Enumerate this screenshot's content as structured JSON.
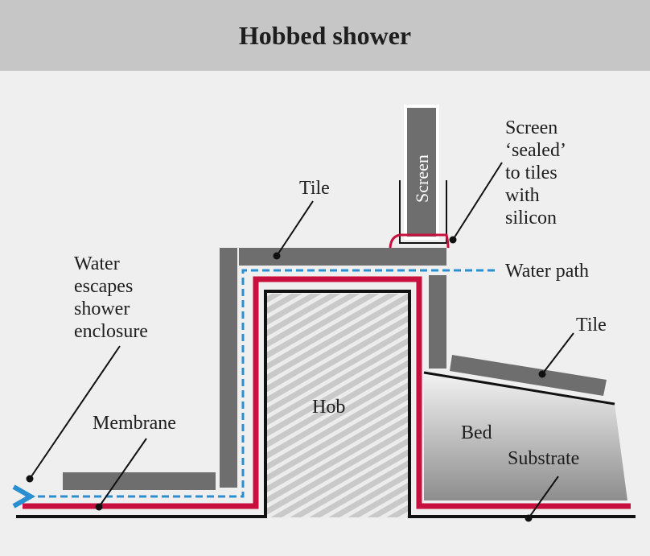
{
  "title": "Hobbed shower",
  "labels": {
    "screen": "Screen",
    "screen_note": [
      "Screen",
      "‘sealed’",
      "to tiles",
      "with",
      "silicon"
    ],
    "tile_top": "Tile",
    "water_path": "Water path",
    "water_escapes": [
      "Water",
      "escapes",
      "shower",
      "enclosure"
    ],
    "tile_right": "Tile",
    "membrane": "Membrane",
    "hob": "Hob",
    "bed": "Bed",
    "substrate": "Substrate"
  },
  "colors": {
    "header_bg": "#c6c6c6",
    "background": "#efefef",
    "tile": "#6e6e6e",
    "membrane": "#c8103e",
    "water_path": "#2a8fd0",
    "outline": "#111111"
  }
}
